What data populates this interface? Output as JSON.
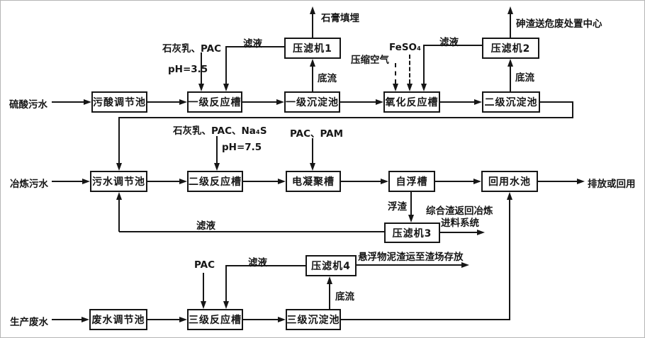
{
  "colors": {
    "line": "#161616",
    "background": "#ffffff"
  },
  "streams": {
    "acid": {
      "input_label": "硫酸污水",
      "boxes": {
        "adjust": "污酸调节池",
        "reaction": "一级反应槽",
        "sedimentation": "一级沉淀池",
        "oxidation": "氧化反应槽",
        "sedimentation2": "二级沉淀池",
        "filter_press_1": "压滤机1",
        "filter_press_2": "压滤机2"
      },
      "annotations": {
        "chemicals": "石灰乳、PAC",
        "ph": "pH=3.5",
        "filtrate_1": "滤液",
        "gypsum": "石膏填埋",
        "underflow_1": "底流",
        "compressed_air": "压缩空气",
        "feso4": "FeSO₄",
        "filtrate_2": "滤液",
        "arsenic": "砷渣送危废处置中心",
        "underflow_2": "底流"
      }
    },
    "smelting": {
      "input_label": "冶炼污水",
      "boxes": {
        "adjust": "污水调节池",
        "reaction": "二级反应槽",
        "electrocoagulation": "电凝聚槽",
        "flotation": "自浮槽",
        "reuse": "回用水池",
        "filter_press_3": "压滤机3"
      },
      "annotations": {
        "chemicals": "石灰乳、PAC、Na₄S",
        "ph": "pH=7.5",
        "pac_pam": "PAC、PAM",
        "scum": "浮渣",
        "residue_line1": "综合渣返回冶炼",
        "residue_line2": "进料系统",
        "filtrate": "滤液",
        "output": "排放或回用"
      }
    },
    "production": {
      "input_label": "生产废水",
      "boxes": {
        "adjust": "废水调节池",
        "reaction": "三级反应槽",
        "sedimentation": "三级沉淀池",
        "filter_press_4": "压滤机4"
      },
      "annotations": {
        "pac": "PAC",
        "filtrate": "滤液",
        "sludge": "悬浮物泥渣运至渣场存放",
        "underflow": "底流"
      }
    }
  }
}
